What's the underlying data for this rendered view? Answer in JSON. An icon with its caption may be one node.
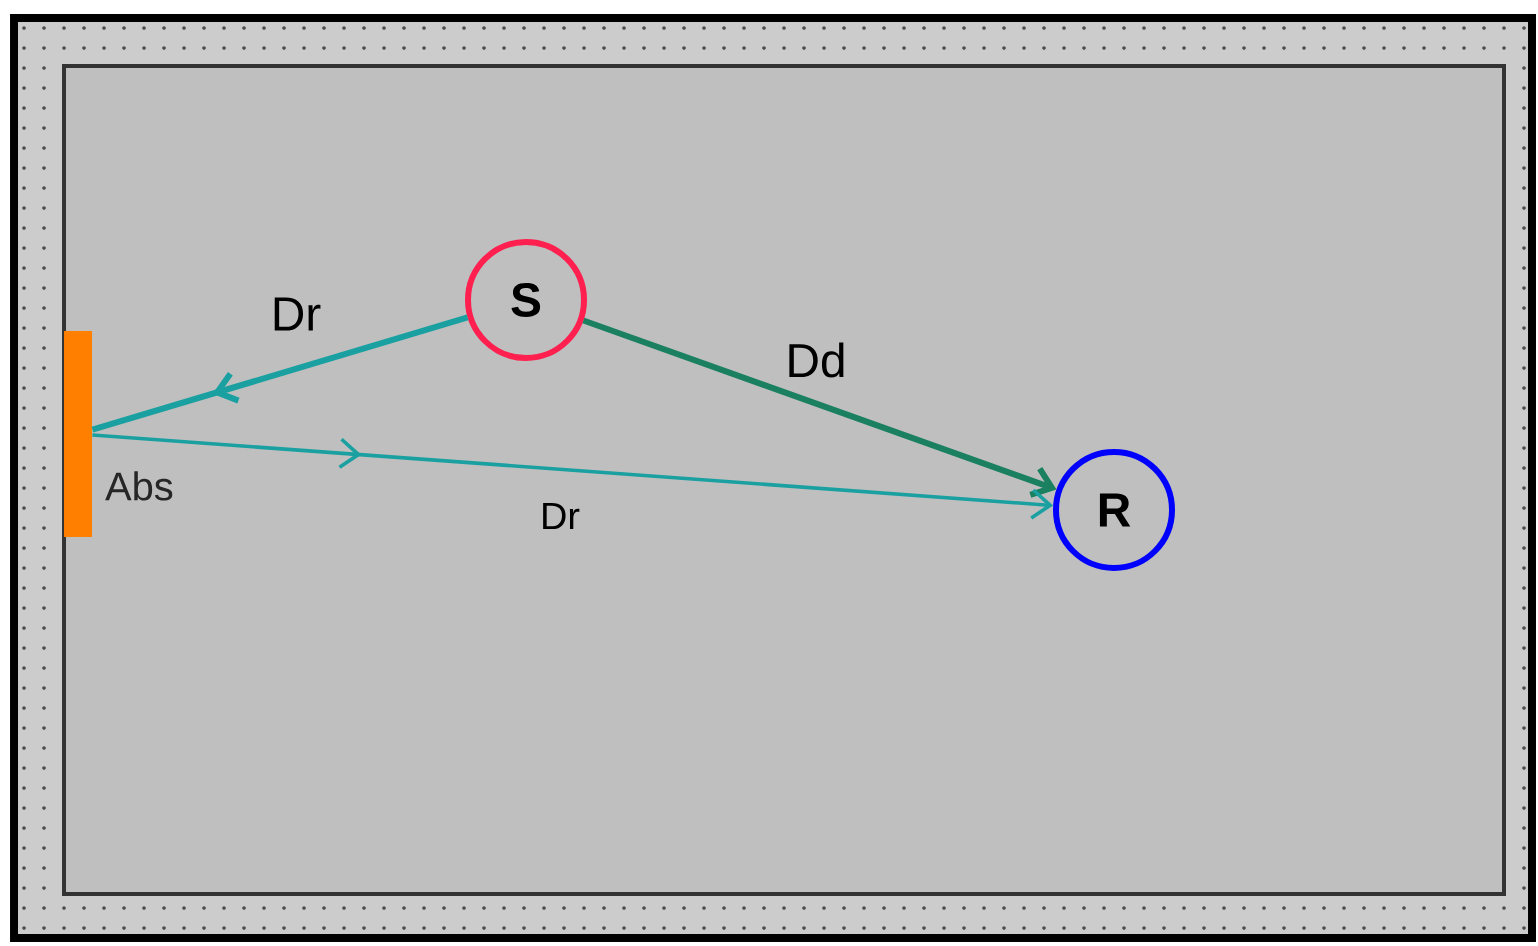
{
  "diagram": {
    "nodes": [
      {
        "text": [
          "S"
        ]
      },
      {
        "text": [
          "R"
        ]
      },
      {
        "text": [],
        "shape": "bar",
        "beside": [
          "Abs"
        ]
      }
    ],
    "edges": [
      {
        "from": 0,
        "to": 2,
        "arrow": "to",
        "label": "Dr"
      },
      {
        "from": 0,
        "to": 1,
        "arrow": "to",
        "label": "Dd",
        "color": "#1a8060"
      },
      {
        "from": 2,
        "to": 1,
        "arrow": "to",
        "label": "Dr"
      }
    ]
  }
}
